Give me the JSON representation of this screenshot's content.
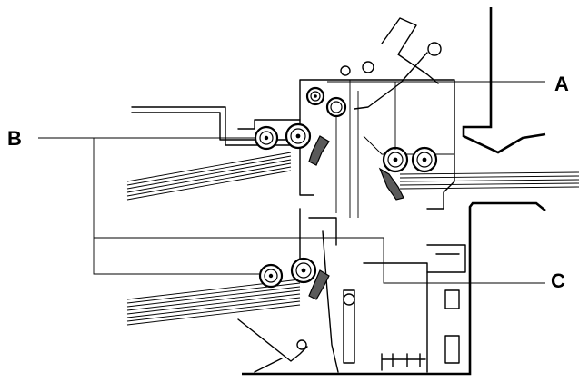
{
  "labels": {
    "a": "A",
    "b": "B",
    "c": "C"
  },
  "colors": {
    "line": "#000000",
    "pawl_fill": "#5a5a5a",
    "background": "#ffffff"
  }
}
